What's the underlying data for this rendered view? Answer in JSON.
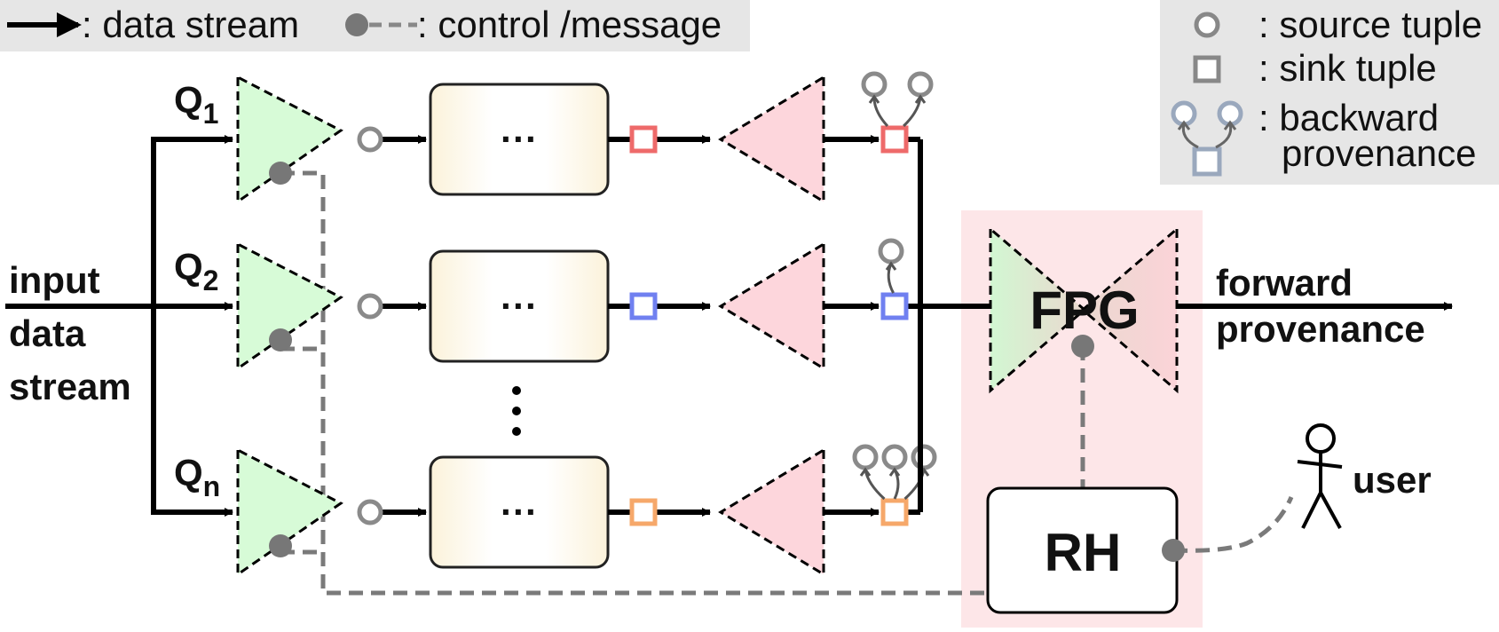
{
  "legend_left": {
    "data_stream": ": data stream",
    "control": ": control /message"
  },
  "legend_right": {
    "source": ": source tuple",
    "sink": ": sink tuple",
    "backward_line1": ": backward",
    "backward_line2": "provenance"
  },
  "queries": [
    {
      "label_main": "Q",
      "label_sub": "1",
      "sink_color": "#ee6a6a"
    },
    {
      "label_main": "Q",
      "label_sub": "2",
      "sink_color": "#7080f0"
    },
    {
      "label_main": "Q",
      "label_sub": "n",
      "sink_color": "#f6a86a"
    }
  ],
  "ellipsis": "···",
  "input": {
    "line1": "input",
    "line2": "data",
    "line3": "stream"
  },
  "fpg": "FPG",
  "rh": "RH",
  "output": {
    "line1": "forward",
    "line2": "provenance"
  },
  "user": "user",
  "colors": {
    "green_fill": "#d7fbd7",
    "pink_fill": "#fdd6dc",
    "box_fill": "#fdf6e4",
    "region_fill": "#fde6e8",
    "legend_bg": "#e6e6e6",
    "control_gray": "#7a7a7a",
    "source_gray": "#8a8a8a",
    "backward_blue": "#9aa8bd"
  }
}
